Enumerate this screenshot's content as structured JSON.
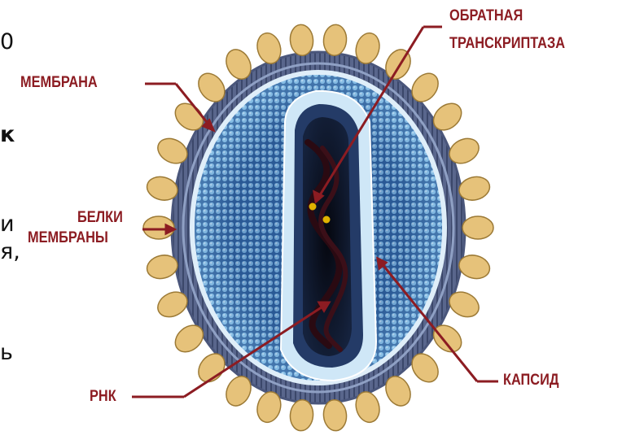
{
  "slide_fragments": [
    {
      "id": "f1",
      "text": "0",
      "bold": false
    },
    {
      "id": "f2",
      "text": "к",
      "bold": true
    },
    {
      "id": "f3",
      "text": "и",
      "bold": false
    },
    {
      "id": "f4",
      "text": "я,",
      "bold": false
    },
    {
      "id": "f5",
      "text": "ь",
      "bold": false
    }
  ],
  "diagram": {
    "labels": {
      "membrane": "МЕМБРАНА",
      "membrane_proteins_line1": "БЕЛКИ",
      "membrane_proteins_line2": "МЕМБРАНЫ",
      "rna": "РНК",
      "reverse_transcriptase_line1": "ОБРАТНАЯ",
      "reverse_transcriptase_line2": "ТРАНСКРИПТАЗА",
      "capsid": "КАПСИД"
    },
    "colors": {
      "label": "#8c1c22",
      "outer_proteins": "#e6c27a",
      "membrane": "#4e5d82",
      "capsid_fill": "#2e5f9c",
      "capsid_light": "#c8e3f4",
      "core": "#0b1326",
      "enzyme": "#e0b300"
    }
  }
}
